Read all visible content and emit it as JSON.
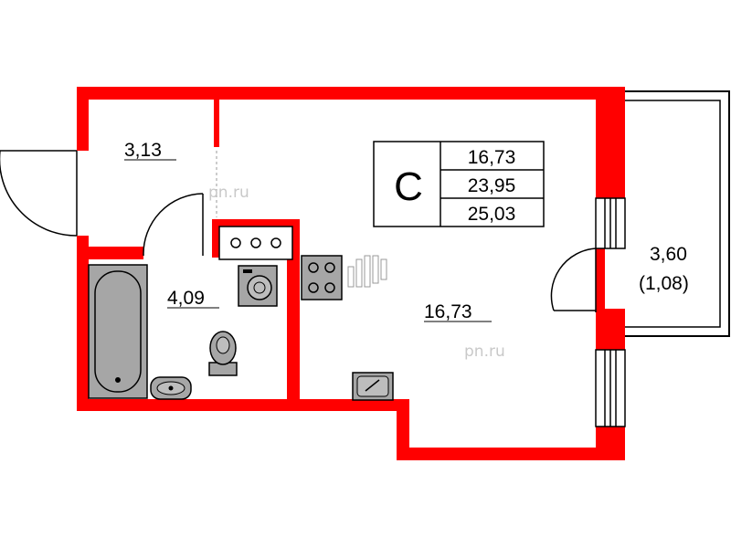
{
  "apartment": {
    "type_letter": "C",
    "summary": {
      "living_area": "16,73",
      "total_area": "23,95",
      "total_area_with_balcony": "25,03"
    }
  },
  "rooms": {
    "hall": {
      "area": "3,13"
    },
    "bathroom": {
      "area": "4,09"
    },
    "living_room": {
      "area": "16,73"
    },
    "balcony": {
      "area": "3,60",
      "area_coefficient": "(1,08)"
    }
  },
  "watermark": "pn.ru",
  "colors": {
    "wall": "#ff0000",
    "fixture_fill": "#a6a6a6",
    "outline": "#000000",
    "watermark": "#c9c9c9"
  },
  "icons": [
    "door-swing-icon",
    "bathtub-icon",
    "sink-icon",
    "toilet-icon",
    "washing-machine-icon",
    "stove-icon",
    "kitchen-sink-icon",
    "heater-icon",
    "window-icon"
  ]
}
